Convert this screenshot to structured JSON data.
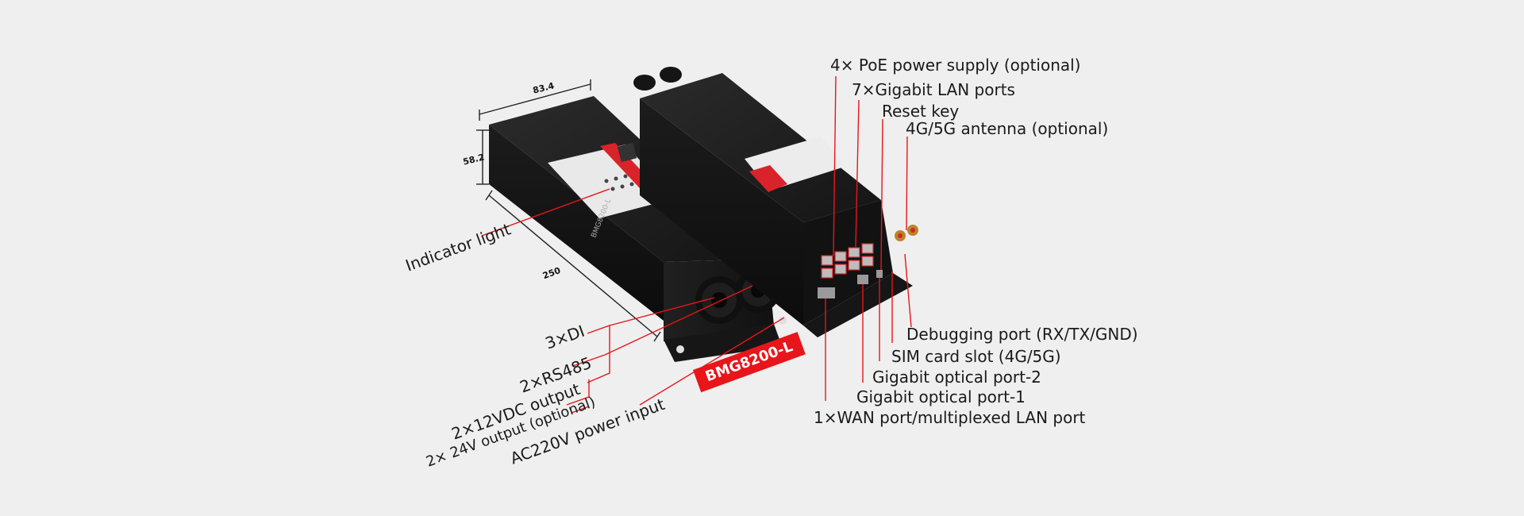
{
  "dimensions": {
    "width_label": "83.4",
    "height_label": "58.2",
    "length_label": "250"
  },
  "model_badge": "BMG8200-L",
  "left_device": {
    "labels": {
      "indicator_light": "Indicator light",
      "di": "3×DI",
      "rs485": "2×RS485",
      "vdc12": "2×12VDC output",
      "v24": "2× 24V output (optional)",
      "ac220": "AC220V power input"
    }
  },
  "right_device": {
    "labels": {
      "poe": "4× PoE power supply (optional)",
      "gigabit_lan": "7×Gigabit LAN ports",
      "reset": "Reset key",
      "antenna": "4G/5G antenna (optional)",
      "debug": "Debugging port (RX/TX/GND)",
      "sim": "SIM card slot (4G/5G)",
      "optical2": "Gigabit optical port-2",
      "optical1": "Gigabit optical port-1",
      "wan": "1×WAN port/multiplexed LAN port"
    }
  },
  "colors": {
    "background": "#efefef",
    "leader_line": "#e8151b",
    "device_body": "#1b1b1b",
    "badge": "#e8151b"
  }
}
